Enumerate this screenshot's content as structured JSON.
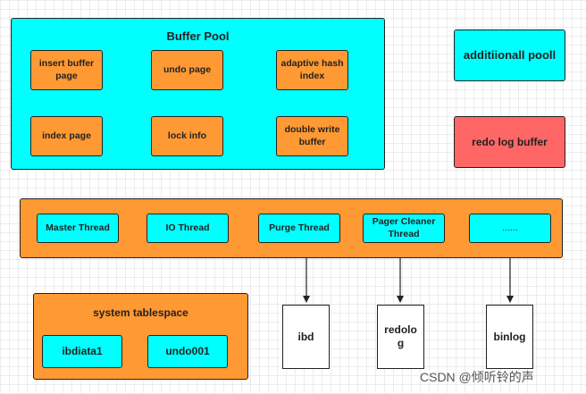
{
  "buffer_pool": {
    "title": "Buffer Pool",
    "items": [
      "insert buffer page",
      "undo page",
      "adaptive hash index",
      "index page",
      "lock info",
      "double write buffer"
    ]
  },
  "additional_pool": {
    "label": "additiionall pooll"
  },
  "redo_log_buffer": {
    "label": "redo log buffer"
  },
  "threads": {
    "items": [
      "Master Thread",
      "IO Thread",
      "Purge Thread",
      "Pager Cleaner Thread",
      "......"
    ]
  },
  "system_tablespace": {
    "title": "system tablespace",
    "items": [
      "ibdiata1",
      "undo001"
    ]
  },
  "files": {
    "ibd": "ibd",
    "redolog": "redolo g",
    "binlog": "binlog"
  },
  "watermark": "CSDN @倾听铃的声",
  "colors": {
    "cyan": "#00ffff",
    "orange": "#ff9933",
    "red": "#ff6666"
  }
}
